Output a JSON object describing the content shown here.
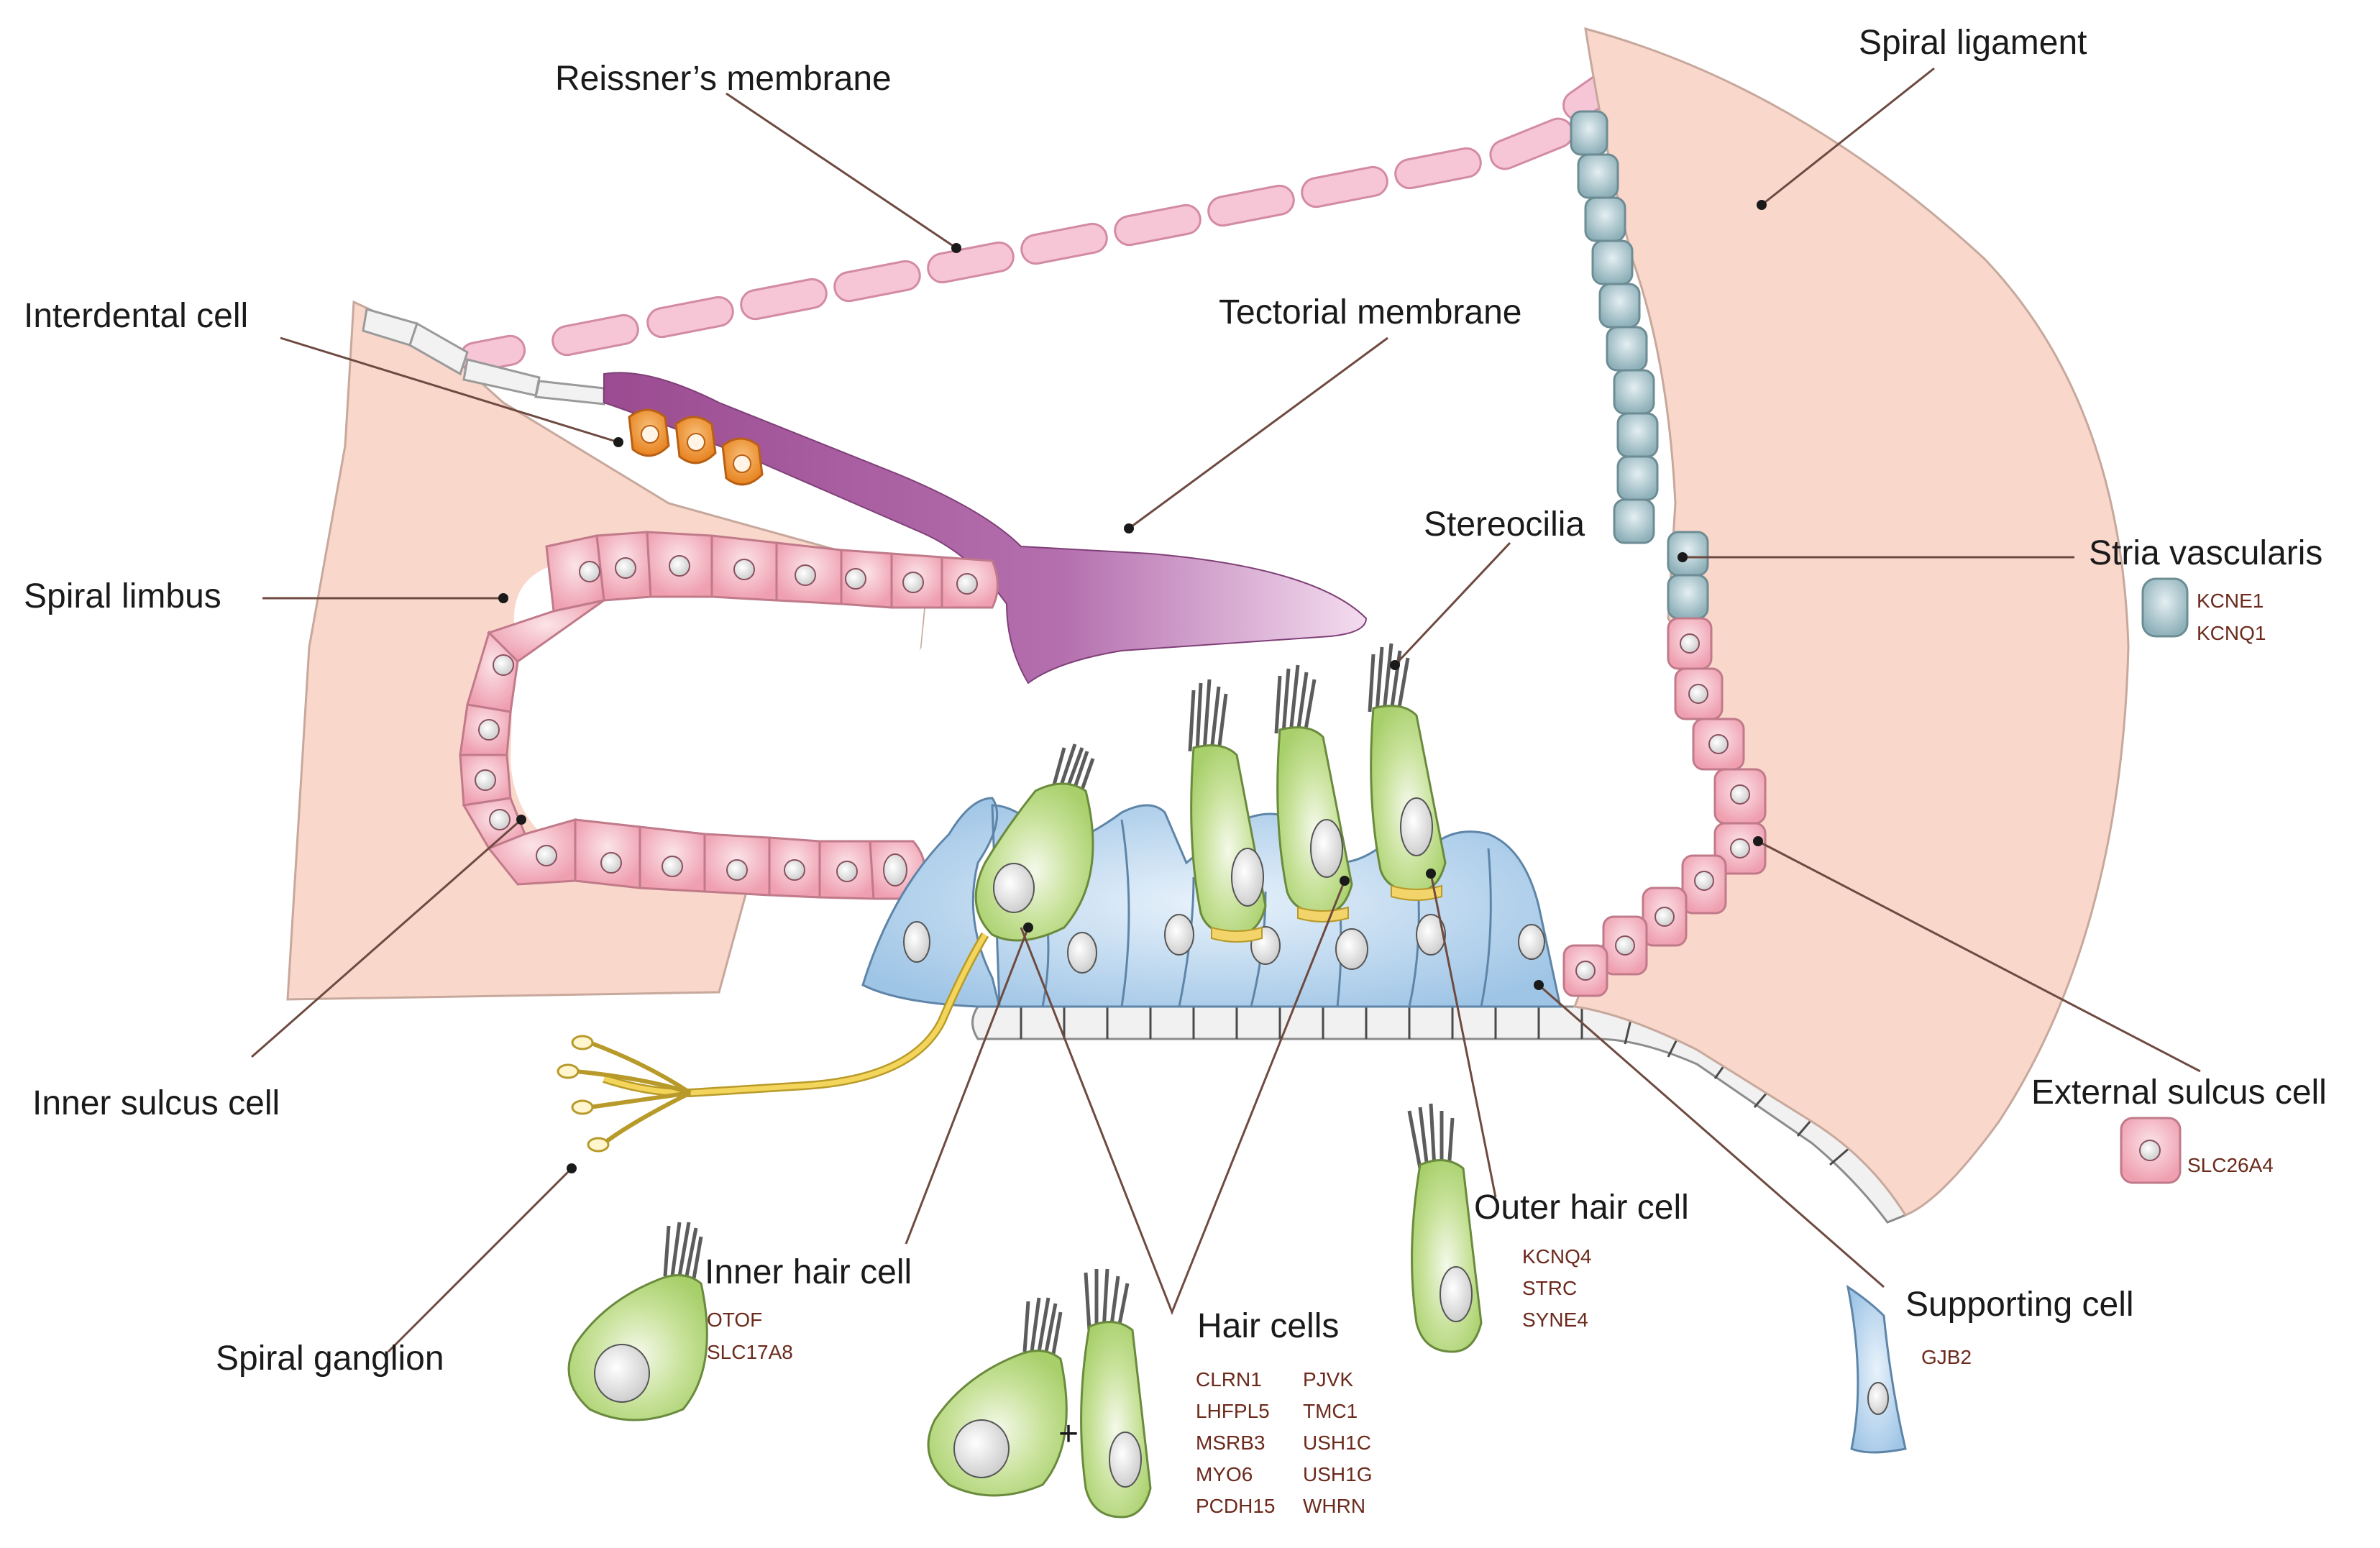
{
  "labels": {
    "reissner": "Reissner’s membrane",
    "spiral_ligament": "Spiral ligament",
    "interdental": "Interdental cell",
    "tectorial": "Tectorial membrane",
    "stereocilia": "Stereocilia",
    "spiral_limbus": "Spiral limbus",
    "stria": "Stria vascularis",
    "inner_sulcus": "Inner sulcus cell",
    "external_sulcus": "External sulcus cell",
    "outer_hair": "Outer hair cell",
    "inner_hair": "Inner hair cell",
    "spiral_ganglion": "Spiral ganglion",
    "hair_cells": "Hair cells",
    "supporting": "Supporting cell",
    "plus": "+"
  },
  "genes": {
    "stria": [
      "KCNE1",
      "KCNQ1"
    ],
    "external_sulcus": [
      "SLC26A4"
    ],
    "outer_hair": [
      "KCNQ4",
      "STRC",
      "SYNE4"
    ],
    "inner_hair": [
      "OTOF",
      "SLC17A8"
    ],
    "hair_cells_col1": [
      "CLRN1",
      "LHFPL5",
      "MSRB3",
      "MYO6",
      "PCDH15"
    ],
    "hair_cells_col2": [
      "PJVK",
      "TMC1",
      "USH1C",
      "USH1G",
      "WHRN"
    ],
    "supporting": [
      "GJB2"
    ]
  },
  "colors": {
    "limbus": "#f9d7cb",
    "reissner": "#f6c6d6",
    "tectorial": "#a6559a",
    "interdental": "#f0952f",
    "sulcus": "#f3b4bf",
    "hair_cell": "#b5d77a",
    "supporting": "#a9cdea",
    "stria": "#a8c4cb",
    "basilar": "#efefef",
    "ganglion": "#f3d55b"
  }
}
